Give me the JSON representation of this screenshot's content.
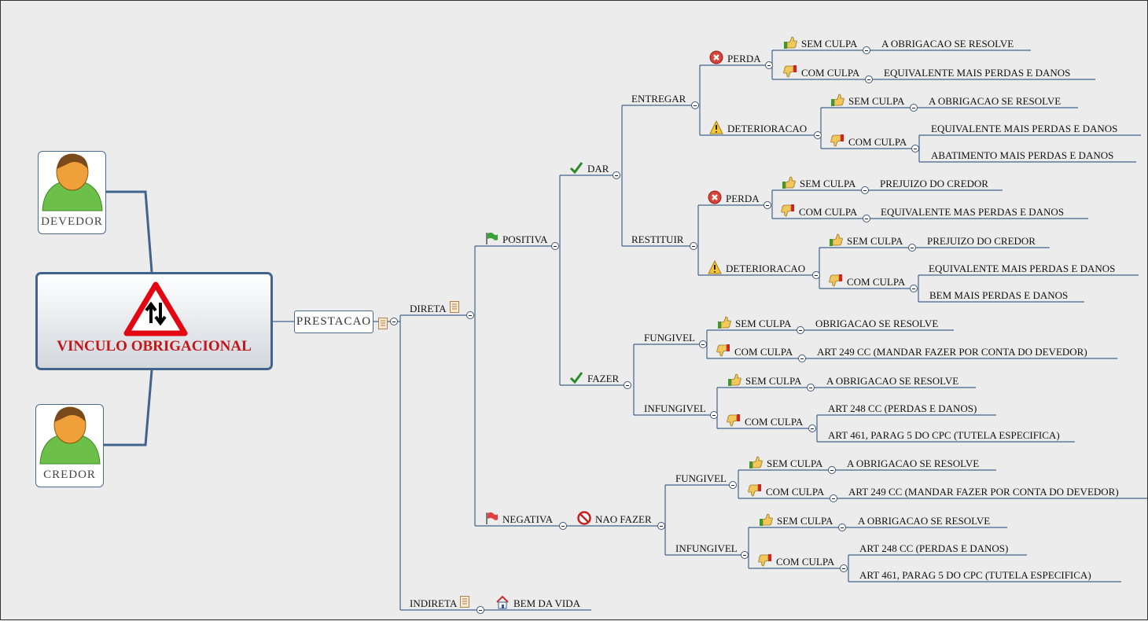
{
  "root": {
    "title": "VINCULO OBRIGACIONAL",
    "icon": "two-way-traffic-warning-icon"
  },
  "devedor": "DEVEDOR",
  "credor": "CREDOR",
  "prestacao": "PRESTACAO",
  "nodes": [
    {
      "label": "DIRETA",
      "icon": "note-icon-after"
    },
    {
      "label": "INDIRETA",
      "icon": "note-icon-after"
    },
    {
      "label": "POSITIVA",
      "icon": "flag-green-icon"
    },
    {
      "label": "NEGATIVA",
      "icon": "flag-red-icon"
    },
    {
      "label": "DAR",
      "icon": "check-icon"
    },
    {
      "label": "FAZER",
      "icon": "check-icon"
    },
    {
      "label": "ENTREGAR",
      "icon": ""
    },
    {
      "label": "RESTITUIR",
      "icon": ""
    },
    {
      "label": "PERDA",
      "icon": "error-icon"
    },
    {
      "label": "DETERIORACAO",
      "icon": "warning-icon"
    },
    {
      "label": "SEM CULPA",
      "icon": "thumbs-up-icon"
    },
    {
      "label": "COM CULPA",
      "icon": "thumbs-down-icon"
    },
    {
      "label": "A OBRIGACAO SE RESOLVE",
      "icon": ""
    },
    {
      "label": "EQUIVALENTE MAIS PERDAS E DANOS",
      "icon": ""
    },
    {
      "label": "SEM CULPA",
      "icon": "thumbs-up-icon"
    },
    {
      "label": "COM CULPA",
      "icon": "thumbs-down-icon"
    },
    {
      "label": "A OBRIGACAO SE RESOLVE",
      "icon": ""
    },
    {
      "label": "EQUIVALENTE MAIS PERDAS E DANOS",
      "icon": ""
    },
    {
      "label": "ABATIMENTO MAIS PERDAS E DANOS",
      "icon": ""
    },
    {
      "label": "PERDA",
      "icon": "error-icon"
    },
    {
      "label": "DETERIORACAO",
      "icon": "warning-icon"
    },
    {
      "label": "SEM CULPA",
      "icon": "thumbs-up-icon"
    },
    {
      "label": "COM CULPA",
      "icon": "thumbs-down-icon"
    },
    {
      "label": "PREJUIZO DO CREDOR",
      "icon": ""
    },
    {
      "label": "EQUIVALENTE MAS PERDAS E DANOS",
      "icon": ""
    },
    {
      "label": "SEM CULPA",
      "icon": "thumbs-up-icon"
    },
    {
      "label": "COM CULPA",
      "icon": "thumbs-down-icon"
    },
    {
      "label": "PREJUIZO DO CREDOR",
      "icon": ""
    },
    {
      "label": "EQUIVALENTE MAIS PERDAS E DANOS",
      "icon": ""
    },
    {
      "label": "BEM MAIS PERDAS E DANOS",
      "icon": ""
    },
    {
      "label": "FUNGIVEL",
      "icon": ""
    },
    {
      "label": "INFUNGIVEL",
      "icon": ""
    },
    {
      "label": "SEM CULPA",
      "icon": "thumbs-up-icon"
    },
    {
      "label": "COM CULPA",
      "icon": "thumbs-down-icon"
    },
    {
      "label": "OBRIGACAO SE RESOLVE",
      "icon": ""
    },
    {
      "label": "ART 249 CC (MANDAR FAZER POR CONTA DO DEVEDOR)",
      "icon": ""
    },
    {
      "label": "SEM CULPA",
      "icon": "thumbs-up-icon"
    },
    {
      "label": "COM CULPA",
      "icon": "thumbs-down-icon"
    },
    {
      "label": "A OBRIGACAO SE RESOLVE",
      "icon": ""
    },
    {
      "label": "ART 248 CC (PERDAS E DANOS)",
      "icon": ""
    },
    {
      "label": "ART 461, PARAG 5 DO CPC (TUTELA ESPECIFICA)",
      "icon": ""
    },
    {
      "label": "NAO FAZER",
      "icon": "no-entry-icon"
    },
    {
      "label": "FUNGIVEL",
      "icon": ""
    },
    {
      "label": "INFUNGIVEL",
      "icon": ""
    },
    {
      "label": "SEM CULPA",
      "icon": "thumbs-up-icon"
    },
    {
      "label": "COM CULPA",
      "icon": "thumbs-down-icon"
    },
    {
      "label": "A OBRIGACAO SE RESOLVE",
      "icon": ""
    },
    {
      "label": "ART 249 CC (MANDAR FAZER POR CONTA DO DEVEDOR)",
      "icon": ""
    },
    {
      "label": "SEM CULPA",
      "icon": "thumbs-up-icon"
    },
    {
      "label": "COM CULPA",
      "icon": "thumbs-down-icon"
    },
    {
      "label": "A OBRIGACAO SE RESOLVE",
      "icon": ""
    },
    {
      "label": "ART 248 CC (PERDAS E DANOS)",
      "icon": ""
    },
    {
      "label": "ART 461, PARAG 5 DO CPC (TUTELA ESPECIFICA)",
      "icon": ""
    },
    {
      "label": "BEM DA VIDA",
      "icon": "house-icon"
    }
  ]
}
